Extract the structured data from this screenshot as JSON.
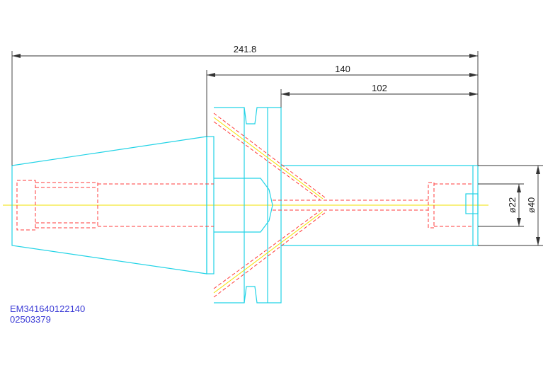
{
  "dimensions": {
    "overall_length": "241.8",
    "flange_to_end": "140",
    "body_length": "102",
    "bore_diameter": "ø22",
    "outer_diameter": "ø40"
  },
  "part_codes": {
    "line1": "EM341640122140",
    "line2": "02503379"
  },
  "colors": {
    "outline": "#22d3e6",
    "hidden_lines": "#ff3b3b",
    "centerline": "#f2e200",
    "dimension": "#333333",
    "code_text": "#3b3bd6"
  }
}
